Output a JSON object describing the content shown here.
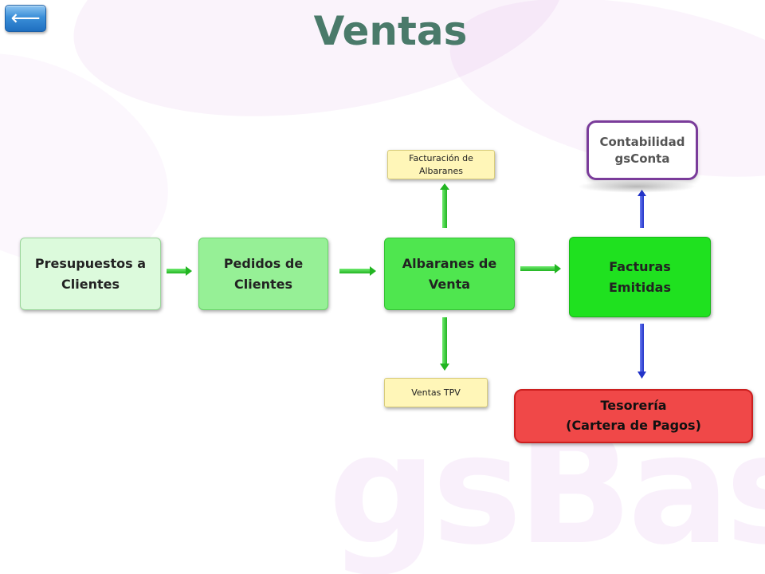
{
  "nav": {
    "back_label": "⟵"
  },
  "title": "Ventas",
  "watermark": "gsBase",
  "nodes": {
    "presupuestos": "Presupuestos a\nClientes",
    "pedidos": "Pedidos de\nClientes",
    "albaranes": "Albaranes de\nVenta",
    "facturas": "Facturas\nEmitidas",
    "facturacion_albaranes": "Facturación de\nAlbaranes",
    "ventas_tpv": "Ventas TPV",
    "contabilidad": "Contabilidad\ngsConta",
    "tesoreria": "Tesorería\n(Cartera de Pagos)"
  },
  "colors": {
    "title": "#4a7a6a",
    "arrow_green": "#33cc33",
    "arrow_blue": "#3344dd",
    "contabilidad_border": "#7a3c9a",
    "tesoreria_fill": "#f04848"
  }
}
